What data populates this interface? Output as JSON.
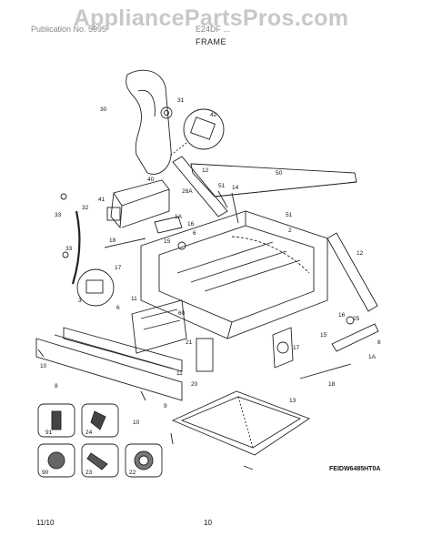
{
  "watermark": "AppliancePartsPros.com",
  "header": {
    "left": "Publication No. 5995",
    "model": "E24DF ...",
    "section": "FRAME"
  },
  "diagram_code": "FEIDW6485HT0A",
  "footer": {
    "date": "11/10",
    "page": "10"
  },
  "callouts": [
    "30",
    "31",
    "42",
    "12",
    "50",
    "40",
    "41",
    "28A",
    "51",
    "14",
    "33",
    "32",
    "18",
    "16",
    "1A",
    "15",
    "33",
    "6",
    "17",
    "2",
    "51",
    "12",
    "3",
    "11",
    "60",
    "6",
    "8",
    "9",
    "10",
    "17",
    "21",
    "15",
    "16",
    "25",
    "1A",
    "8",
    "11",
    "20",
    "13",
    "18",
    "91",
    "24",
    "10",
    "90",
    "23",
    "22"
  ]
}
